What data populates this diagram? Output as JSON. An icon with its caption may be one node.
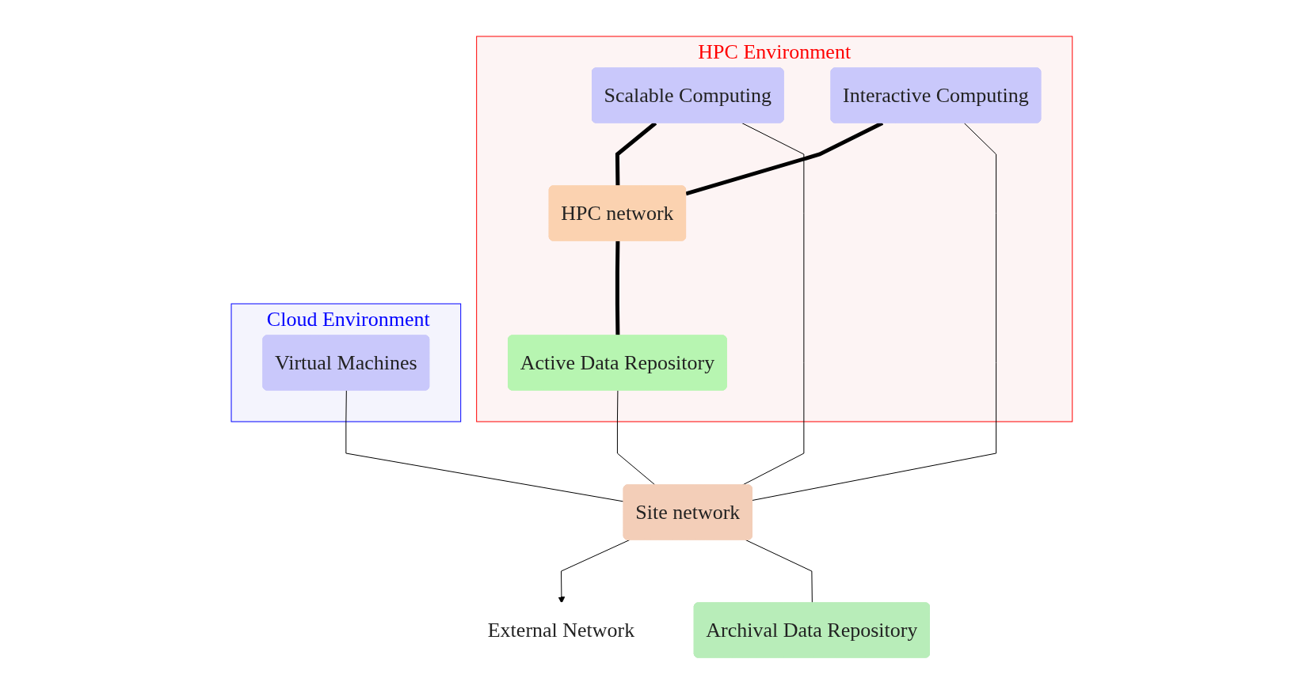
{
  "diagram": {
    "nodes": [
      {
        "text": [
          "External Network"
        ]
      },
      {
        "text": [
          "HPC Environment"
        ]
      },
      {
        "text": [
          "Scalable Computing"
        ],
        "in": 1
      },
      {
        "text": [
          "Interactive Computing"
        ],
        "in": 1
      },
      {
        "text": [
          "HPC network"
        ],
        "in": 1
      },
      {
        "text": [
          "Active Data Repository"
        ],
        "in": 1
      },
      {
        "text": [
          "Cloud Environment"
        ]
      },
      {
        "text": [
          "Virtual Machines"
        ],
        "in": 6
      },
      {
        "text": [
          "Site network"
        ]
      },
      {
        "text": [
          "Archival Data Repository"
        ]
      }
    ],
    "edges": [
      {
        "from": 2,
        "to": 4,
        "arrow": "none",
        "style": "thick"
      },
      {
        "from": 3,
        "to": 4,
        "arrow": "none",
        "style": "thick"
      },
      {
        "from": 2,
        "to": 8,
        "arrow": "none"
      },
      {
        "from": 3,
        "to": 8,
        "arrow": "none"
      },
      {
        "from": 7,
        "to": 8,
        "arrow": "none"
      },
      {
        "from": 8,
        "to": 0,
        "arrow": "to"
      },
      {
        "from": 4,
        "to": 5,
        "arrow": "none",
        "style": "thick"
      },
      {
        "from": 5,
        "to": 8,
        "arrow": "none"
      },
      {
        "from": 8,
        "to": 9,
        "arrow": "none"
      }
    ]
  }
}
